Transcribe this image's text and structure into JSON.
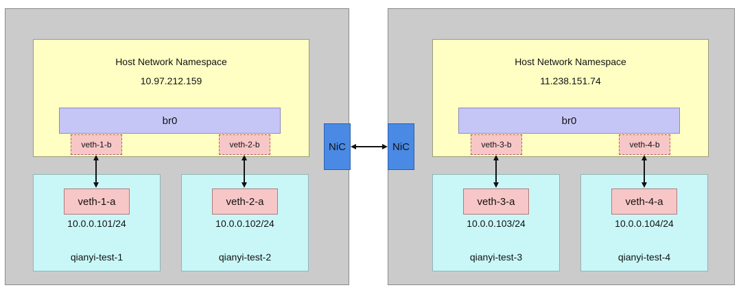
{
  "hosts": [
    {
      "namespace_title": "Host Network Namespace",
      "ip": "10.97.212.159",
      "bridge": "br0",
      "nic": "NiC",
      "pods": [
        {
          "veth_b": "veth-1-b",
          "veth_a": "veth-1-a",
          "ip": "10.0.0.101/24",
          "name": "qianyi-test-1"
        },
        {
          "veth_b": "veth-2-b",
          "veth_a": "veth-2-a",
          "ip": "10.0.0.102/24",
          "name": "qianyi-test-2"
        }
      ]
    },
    {
      "namespace_title": "Host Network Namespace",
      "ip": "11.238.151.74",
      "bridge": "br0",
      "nic": "NiC",
      "pods": [
        {
          "veth_b": "veth-3-b",
          "veth_a": "veth-3-a",
          "ip": "10.0.0.103/24",
          "name": "qianyi-test-3"
        },
        {
          "veth_b": "veth-4-b",
          "veth_a": "veth-4-a",
          "ip": "10.0.0.104/24",
          "name": "qianyi-test-4"
        }
      ]
    }
  ]
}
